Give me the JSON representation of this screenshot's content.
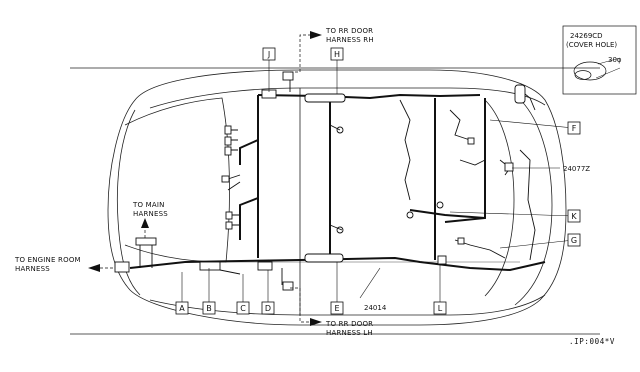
{
  "annotations": {
    "rr_door_rh_1": "TO RR DOOR",
    "rr_door_rh_2": "HARNESS RH",
    "rr_door_lh_1": "TO RR DOOR",
    "rr_door_lh_2": "HARNESS LH",
    "main_1": "TO MAIN",
    "main_2": "HARNESS",
    "engine_1": "TO ENGINE ROOM",
    "engine_2": "HARNESS"
  },
  "callouts": {
    "cover_hole_part": "24269CD",
    "cover_hole_desc": "(COVER HOLE)",
    "cover_hole_size": "30φ",
    "part_24077Z": "24077Z",
    "part_24014": "24014"
  },
  "connector_labels": {
    "A": "A",
    "B": "B",
    "C": "C",
    "D": "D",
    "E": "E",
    "F": "F",
    "G": "G",
    "H": "H",
    "J": "J",
    "K": "K",
    "L": "L"
  },
  "drawing_code": ".IP:004*V"
}
